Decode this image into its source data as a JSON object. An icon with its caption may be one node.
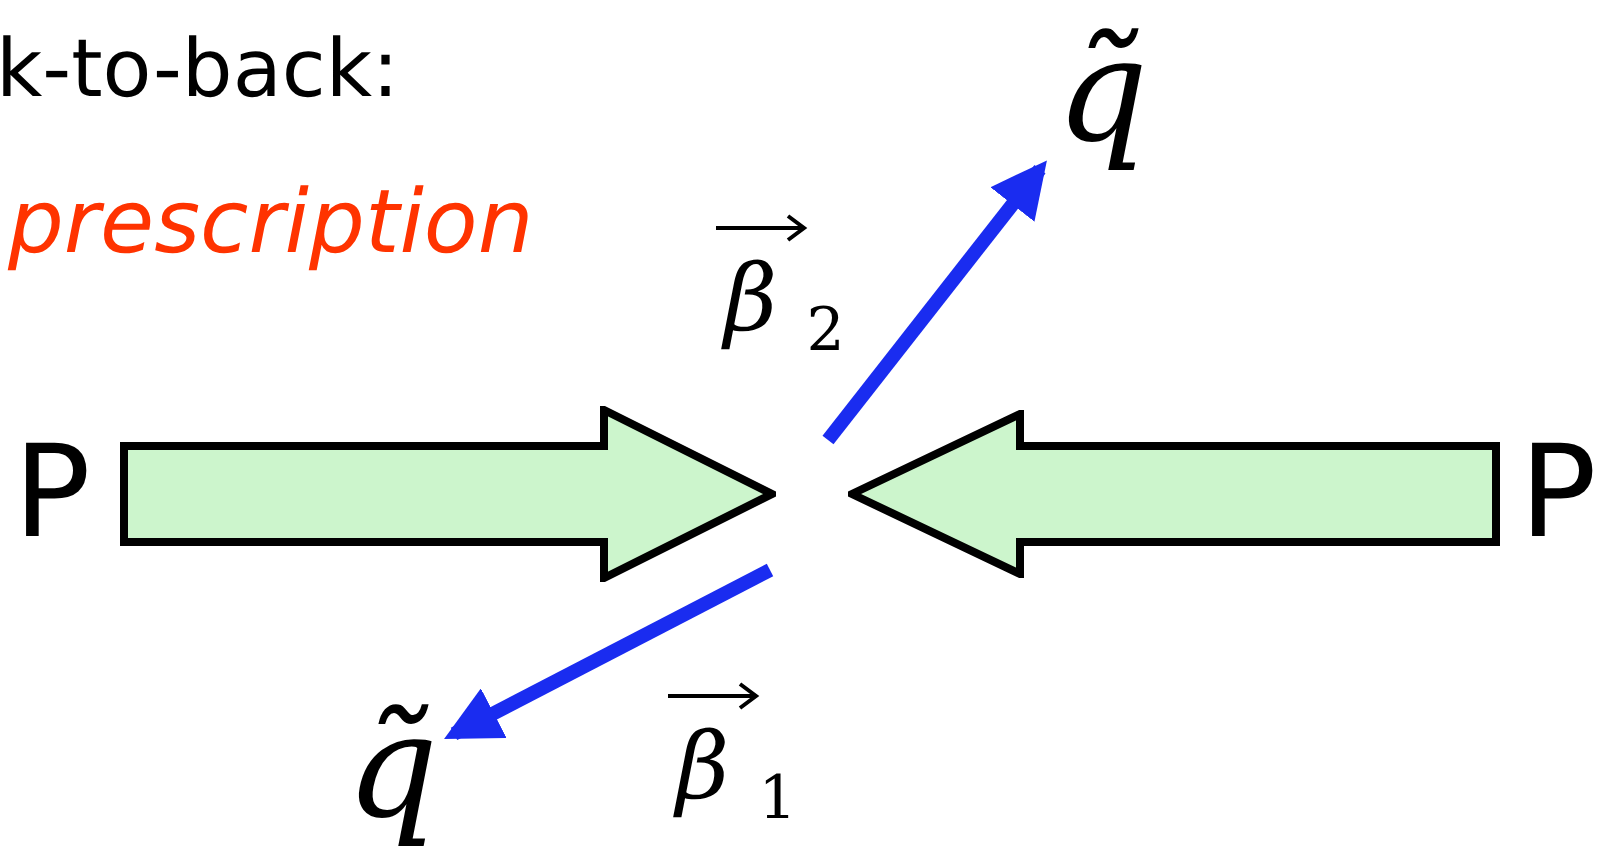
{
  "diagram": {
    "nodes": [
      {
        "text": [
          "P"
        ]
      },
      {
        "text": [],
        "shape": "arrow"
      },
      {
        "text": [],
        "shape": "arrow"
      },
      {
        "text": [
          "P"
        ]
      },
      {
        "text": [
          "q̃"
        ]
      },
      {
        "text": [
          "q̃"
        ]
      }
    ],
    "edges": [
      {
        "from": null,
        "to": 4,
        "arrow": "to",
        "label": "β $_{2}$",
        "color": "#1a2cf0"
      },
      {
        "from": null,
        "to": 5,
        "arrow": "to",
        "label": "β $_{1}$",
        "color": "#1a2cf0"
      }
    ],
    "labels": [
      "k-to-back:",
      "prescription"
    ]
  }
}
